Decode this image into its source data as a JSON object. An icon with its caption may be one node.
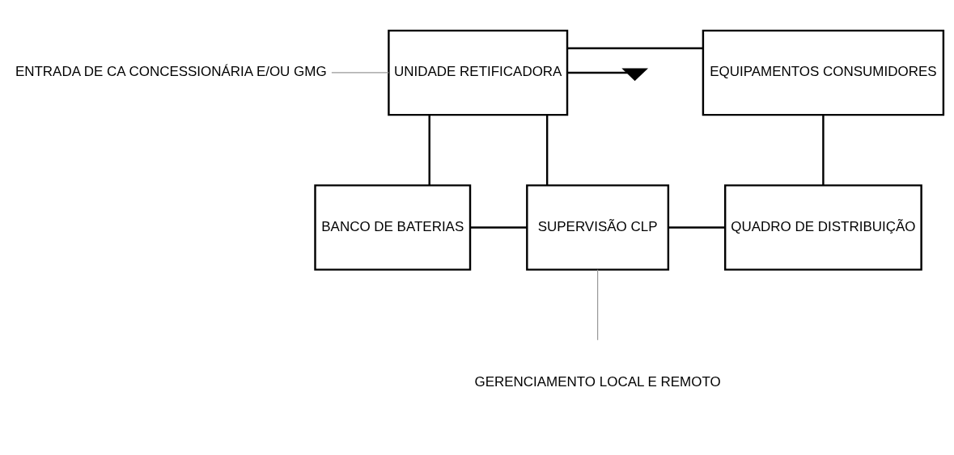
{
  "diagram": {
    "nodes": [
      {
        "text": [
          "ENTRADA DE CA CONCESSIONÁRIA E/OU GMG"
        ]
      },
      {
        "text": [
          "UNIDADE RETIFICADORA"
        ]
      },
      {
        "text": [
          "EQUIPAMENTOS CONSUMIDORES"
        ]
      },
      {
        "text": [
          "BANCO DE BATERIAS"
        ]
      },
      {
        "text": [
          "SUPERVISÃO CLP"
        ]
      },
      {
        "text": [
          "QUADRO DE DISTRIBUIÇÃO"
        ]
      },
      {
        "text": [
          "GERENCIAMENTO LOCAL E REMOTO"
        ]
      },
      {
        "text": [],
        "shape": "ground"
      }
    ],
    "edges": [
      {
        "from": 0,
        "to": 1,
        "arrow": "none",
        "color": "#999999"
      },
      {
        "from": 1,
        "to": 2,
        "arrow": "none"
      },
      {
        "from": 1,
        "to": 7,
        "arrow": "none"
      },
      {
        "from": 1,
        "to": 3,
        "arrow": "none"
      },
      {
        "from": 1,
        "to": 4,
        "arrow": "none"
      },
      {
        "from": 2,
        "to": 5,
        "arrow": "none"
      },
      {
        "from": 3,
        "to": 4,
        "arrow": "none"
      },
      {
        "from": 4,
        "to": 5,
        "arrow": "none"
      },
      {
        "from": 4,
        "to": 6,
        "arrow": "none",
        "color": "#999999"
      }
    ]
  }
}
